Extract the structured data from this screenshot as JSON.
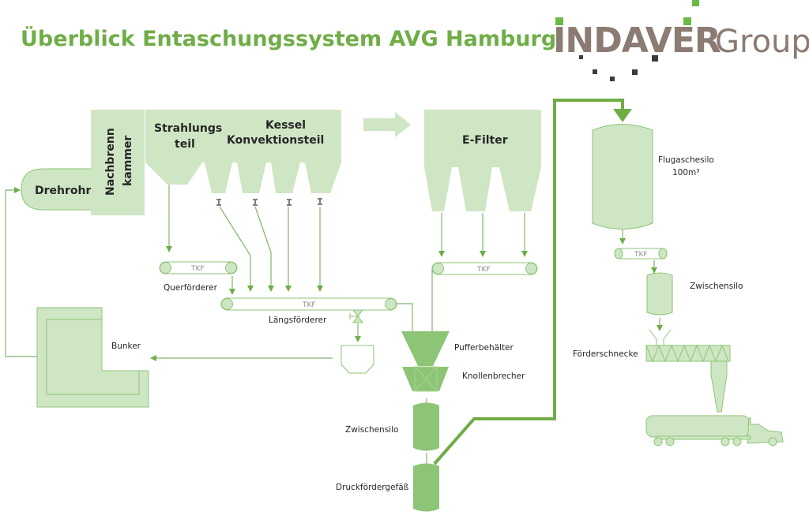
{
  "title": "Überblick Entaschungssystem AVG Hamburg",
  "logo": {
    "brand": "INDAVER",
    "suffix": "Group",
    "colors": {
      "text": "#8b7b72",
      "green": "#6ab946",
      "dark": "#3b3b3b"
    }
  },
  "colors": {
    "fill_light": "#cfe6c5",
    "fill_medium": "#8cc576",
    "stroke": "#70ad47",
    "line": "#82b36a",
    "title": "#70ad47",
    "valve": "#7f7f7f"
  },
  "components": {
    "drehrohr": "Drehrohr",
    "nachbrennkammer": [
      "Nachbrenn",
      "kammer"
    ],
    "strahlungsteil": [
      "Strahlungs",
      "teil"
    ],
    "kessel": [
      "Kessel",
      "Konvektionsteil"
    ],
    "efilter": "E-Filter",
    "flugaschesilo": [
      "Flugaschesilo",
      "100m³"
    ],
    "bunker": "Bunker",
    "pufferbehaelter": "Pufferbehälter",
    "knollenbrecher": "Knollenbrecher",
    "zwischensilo_left": "Zwischensilo",
    "druckfoerdergefaess": "Druckfördergefäß",
    "zwischensilo_right": "Zwischensilo",
    "foerderschnecke": "Förderschnecke"
  },
  "conveyors": {
    "querfoerderer": {
      "tag": "TKF",
      "label": "Querförderer"
    },
    "laengsfoerderer": {
      "tag": "TKF",
      "label": "Längsförderer"
    },
    "efilter_conveyor": {
      "tag": "TKF"
    },
    "silo_conveyor": {
      "tag": "TKF"
    }
  }
}
